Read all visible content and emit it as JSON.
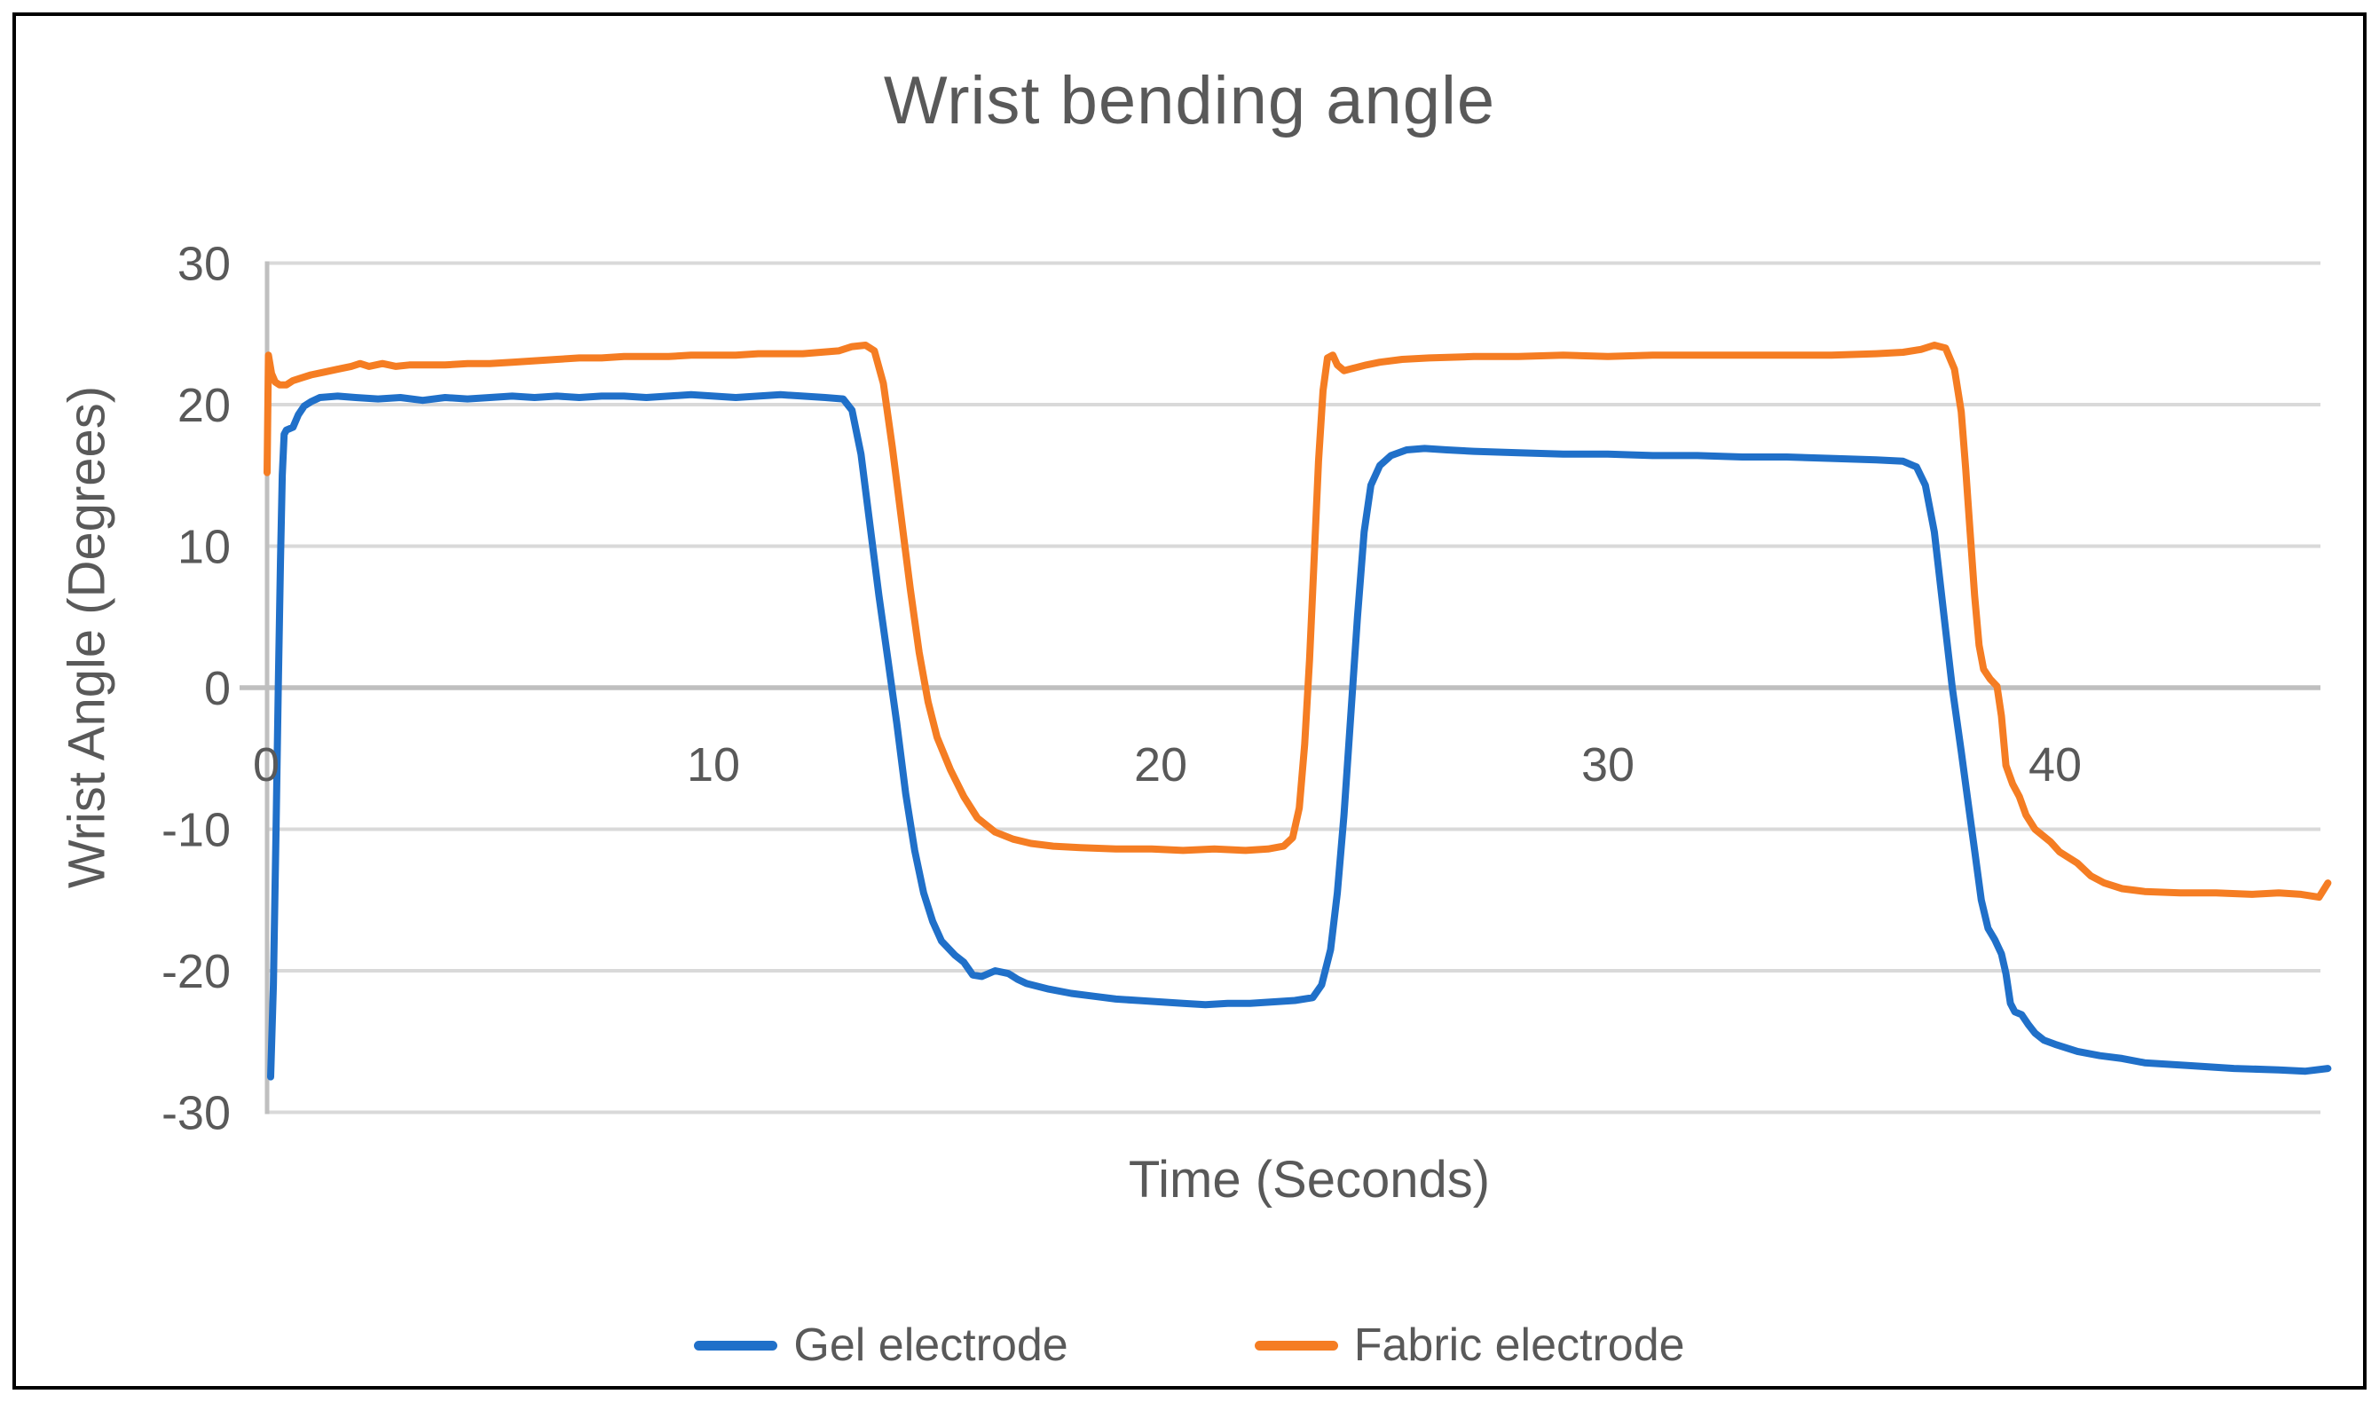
{
  "figure": {
    "title": "Wrist bending angle"
  },
  "x_axis": {
    "title": "Time (Seconds)"
  },
  "y_axis": {
    "title": "Wrist Angle (Degrees)"
  },
  "colors": {
    "gel": "#2070C9",
    "fabric": "#F57D23",
    "grid": "#D9D9D9",
    "zero_line": "#BFBFBF",
    "axis_line": "#BFBFBF",
    "text": "#595959",
    "border": "#000000",
    "background": "#FFFFFF"
  },
  "chart_data": {
    "type": "line",
    "title": "Wrist bending angle",
    "xlabel": "Time (Seconds)",
    "ylabel": "Wrist Angle (Degrees)",
    "xlim": [
      0,
      46.2
    ],
    "ylim": [
      -30,
      30
    ],
    "x_ticks": [
      0,
      10,
      20,
      30,
      40
    ],
    "y_ticks": [
      30,
      20,
      10,
      0,
      -10,
      -20,
      -30
    ],
    "grid": true,
    "legend_position": "bottom",
    "series": [
      {
        "name": "Gel electrode",
        "color": "#2070C9",
        "points": [
          [
            0.1,
            -27.5
          ],
          [
            0.16,
            -21
          ],
          [
            0.22,
            -10
          ],
          [
            0.27,
            0
          ],
          [
            0.32,
            9
          ],
          [
            0.36,
            15
          ],
          [
            0.4,
            17.9
          ],
          [
            0.45,
            18.2
          ],
          [
            0.6,
            18.4
          ],
          [
            0.72,
            19.3
          ],
          [
            0.85,
            19.9
          ],
          [
            1.0,
            20.2
          ],
          [
            1.2,
            20.5
          ],
          [
            1.6,
            20.6
          ],
          [
            2.0,
            20.5
          ],
          [
            2.5,
            20.4
          ],
          [
            3.0,
            20.5
          ],
          [
            3.5,
            20.3
          ],
          [
            4.0,
            20.5
          ],
          [
            4.5,
            20.4
          ],
          [
            5.0,
            20.5
          ],
          [
            5.5,
            20.6
          ],
          [
            6.0,
            20.5
          ],
          [
            6.5,
            20.6
          ],
          [
            7.0,
            20.5
          ],
          [
            7.5,
            20.6
          ],
          [
            8.0,
            20.6
          ],
          [
            8.5,
            20.5
          ],
          [
            9.0,
            20.6
          ],
          [
            9.5,
            20.7
          ],
          [
            10.0,
            20.6
          ],
          [
            10.5,
            20.5
          ],
          [
            11.0,
            20.6
          ],
          [
            11.5,
            20.7
          ],
          [
            12.0,
            20.6
          ],
          [
            12.5,
            20.5
          ],
          [
            12.9,
            20.4
          ],
          [
            13.1,
            19.6
          ],
          [
            13.3,
            16.5
          ],
          [
            13.5,
            11.5
          ],
          [
            13.7,
            6.5
          ],
          [
            13.9,
            2.0
          ],
          [
            14.1,
            -2.5
          ],
          [
            14.3,
            -7.5
          ],
          [
            14.5,
            -11.5
          ],
          [
            14.7,
            -14.5
          ],
          [
            14.9,
            -16.5
          ],
          [
            15.1,
            -17.9
          ],
          [
            15.4,
            -18.9
          ],
          [
            15.6,
            -19.4
          ],
          [
            15.8,
            -20.3
          ],
          [
            16.0,
            -20.4
          ],
          [
            16.3,
            -20.0
          ],
          [
            16.6,
            -20.2
          ],
          [
            16.8,
            -20.6
          ],
          [
            17.0,
            -20.9
          ],
          [
            17.5,
            -21.3
          ],
          [
            18.0,
            -21.6
          ],
          [
            18.5,
            -21.8
          ],
          [
            19.0,
            -22.0
          ],
          [
            19.5,
            -22.1
          ],
          [
            20.0,
            -22.2
          ],
          [
            20.5,
            -22.3
          ],
          [
            21.0,
            -22.4
          ],
          [
            21.5,
            -22.3
          ],
          [
            22.0,
            -22.3
          ],
          [
            22.5,
            -22.2
          ],
          [
            23.0,
            -22.1
          ],
          [
            23.4,
            -21.9
          ],
          [
            23.6,
            -21.0
          ],
          [
            23.8,
            -18.5
          ],
          [
            23.95,
            -14.5
          ],
          [
            24.1,
            -9
          ],
          [
            24.25,
            -2
          ],
          [
            24.4,
            5
          ],
          [
            24.55,
            11
          ],
          [
            24.7,
            14.3
          ],
          [
            24.9,
            15.7
          ],
          [
            25.15,
            16.4
          ],
          [
            25.5,
            16.8
          ],
          [
            25.9,
            16.9
          ],
          [
            26.4,
            16.8
          ],
          [
            27.0,
            16.7
          ],
          [
            28.0,
            16.6
          ],
          [
            29.0,
            16.5
          ],
          [
            30.0,
            16.5
          ],
          [
            31.0,
            16.4
          ],
          [
            32.0,
            16.4
          ],
          [
            33.0,
            16.3
          ],
          [
            34.0,
            16.3
          ],
          [
            35.0,
            16.2
          ],
          [
            36.0,
            16.1
          ],
          [
            36.6,
            16.0
          ],
          [
            36.9,
            15.6
          ],
          [
            37.1,
            14.3
          ],
          [
            37.3,
            11.0
          ],
          [
            37.5,
            5.5
          ],
          [
            37.7,
            0.0
          ],
          [
            37.9,
            -4.5
          ],
          [
            38.05,
            -8.0
          ],
          [
            38.2,
            -11.5
          ],
          [
            38.35,
            -15.0
          ],
          [
            38.5,
            -17.0
          ],
          [
            38.65,
            -17.8
          ],
          [
            38.8,
            -18.8
          ],
          [
            38.9,
            -20.2
          ],
          [
            39.0,
            -22.3
          ],
          [
            39.1,
            -22.9
          ],
          [
            39.25,
            -23.1
          ],
          [
            39.4,
            -23.8
          ],
          [
            39.55,
            -24.4
          ],
          [
            39.75,
            -24.9
          ],
          [
            40.0,
            -25.2
          ],
          [
            40.5,
            -25.7
          ],
          [
            41.0,
            -26.0
          ],
          [
            41.5,
            -26.2
          ],
          [
            42.0,
            -26.5
          ],
          [
            43.0,
            -26.7
          ],
          [
            44.0,
            -26.9
          ],
          [
            45.0,
            -27.0
          ],
          [
            45.6,
            -27.1
          ],
          [
            46.1,
            -26.9
          ]
        ]
      },
      {
        "name": "Fabric electrode",
        "color": "#F57D23",
        "points": [
          [
            0.02,
            15.2
          ],
          [
            0.05,
            23.5
          ],
          [
            0.12,
            22.2
          ],
          [
            0.2,
            21.6
          ],
          [
            0.3,
            21.4
          ],
          [
            0.45,
            21.4
          ],
          [
            0.6,
            21.7
          ],
          [
            0.8,
            21.9
          ],
          [
            1.0,
            22.1
          ],
          [
            1.3,
            22.3
          ],
          [
            1.6,
            22.5
          ],
          [
            1.9,
            22.7
          ],
          [
            2.1,
            22.9
          ],
          [
            2.3,
            22.7
          ],
          [
            2.6,
            22.9
          ],
          [
            2.9,
            22.7
          ],
          [
            3.2,
            22.8
          ],
          [
            3.6,
            22.8
          ],
          [
            4.0,
            22.8
          ],
          [
            4.5,
            22.9
          ],
          [
            5.0,
            22.9
          ],
          [
            5.5,
            23.0
          ],
          [
            6.0,
            23.1
          ],
          [
            6.5,
            23.2
          ],
          [
            7.0,
            23.3
          ],
          [
            7.5,
            23.3
          ],
          [
            8.0,
            23.4
          ],
          [
            8.5,
            23.4
          ],
          [
            9.0,
            23.4
          ],
          [
            9.5,
            23.5
          ],
          [
            10.0,
            23.5
          ],
          [
            10.5,
            23.5
          ],
          [
            11.0,
            23.6
          ],
          [
            11.5,
            23.6
          ],
          [
            12.0,
            23.6
          ],
          [
            12.4,
            23.7
          ],
          [
            12.8,
            23.8
          ],
          [
            13.1,
            24.1
          ],
          [
            13.4,
            24.2
          ],
          [
            13.6,
            23.8
          ],
          [
            13.8,
            21.5
          ],
          [
            14.0,
            17.0
          ],
          [
            14.2,
            12.0
          ],
          [
            14.4,
            7.0
          ],
          [
            14.6,
            2.5
          ],
          [
            14.8,
            -1.0
          ],
          [
            15.0,
            -3.5
          ],
          [
            15.3,
            -5.8
          ],
          [
            15.6,
            -7.7
          ],
          [
            15.9,
            -9.2
          ],
          [
            16.3,
            -10.2
          ],
          [
            16.7,
            -10.7
          ],
          [
            17.1,
            -11.0
          ],
          [
            17.6,
            -11.2
          ],
          [
            18.2,
            -11.3
          ],
          [
            19.0,
            -11.4
          ],
          [
            19.8,
            -11.4
          ],
          [
            20.5,
            -11.5
          ],
          [
            21.2,
            -11.4
          ],
          [
            21.9,
            -11.5
          ],
          [
            22.4,
            -11.4
          ],
          [
            22.75,
            -11.2
          ],
          [
            22.95,
            -10.6
          ],
          [
            23.1,
            -8.5
          ],
          [
            23.22,
            -4.0
          ],
          [
            23.33,
            2.0
          ],
          [
            23.43,
            9.0
          ],
          [
            23.53,
            16.0
          ],
          [
            23.63,
            21.0
          ],
          [
            23.73,
            23.3
          ],
          [
            23.85,
            23.5
          ],
          [
            23.95,
            22.8
          ],
          [
            24.1,
            22.4
          ],
          [
            24.35,
            22.6
          ],
          [
            24.6,
            22.8
          ],
          [
            24.9,
            23.0
          ],
          [
            25.4,
            23.2
          ],
          [
            26.0,
            23.3
          ],
          [
            27.0,
            23.4
          ],
          [
            28.0,
            23.4
          ],
          [
            29.0,
            23.5
          ],
          [
            30.0,
            23.4
          ],
          [
            31.0,
            23.5
          ],
          [
            32.0,
            23.5
          ],
          [
            33.0,
            23.5
          ],
          [
            34.0,
            23.5
          ],
          [
            35.0,
            23.5
          ],
          [
            36.0,
            23.6
          ],
          [
            36.6,
            23.7
          ],
          [
            37.0,
            23.9
          ],
          [
            37.3,
            24.2
          ],
          [
            37.55,
            24.0
          ],
          [
            37.75,
            22.5
          ],
          [
            37.9,
            19.5
          ],
          [
            38.0,
            15.5
          ],
          [
            38.1,
            11.0
          ],
          [
            38.2,
            6.5
          ],
          [
            38.3,
            3.0
          ],
          [
            38.4,
            1.3
          ],
          [
            38.55,
            0.6
          ],
          [
            38.7,
            0.1
          ],
          [
            38.8,
            -2.0
          ],
          [
            38.9,
            -5.5
          ],
          [
            39.05,
            -6.8
          ],
          [
            39.2,
            -7.7
          ],
          [
            39.35,
            -9.0
          ],
          [
            39.55,
            -10.0
          ],
          [
            39.9,
            -10.9
          ],
          [
            40.1,
            -11.6
          ],
          [
            40.5,
            -12.4
          ],
          [
            40.8,
            -13.3
          ],
          [
            41.1,
            -13.8
          ],
          [
            41.5,
            -14.2
          ],
          [
            42.0,
            -14.4
          ],
          [
            42.8,
            -14.5
          ],
          [
            43.6,
            -14.5
          ],
          [
            44.4,
            -14.6
          ],
          [
            45.0,
            -14.5
          ],
          [
            45.5,
            -14.6
          ],
          [
            45.9,
            -14.8
          ],
          [
            46.1,
            -13.8
          ]
        ]
      }
    ]
  }
}
